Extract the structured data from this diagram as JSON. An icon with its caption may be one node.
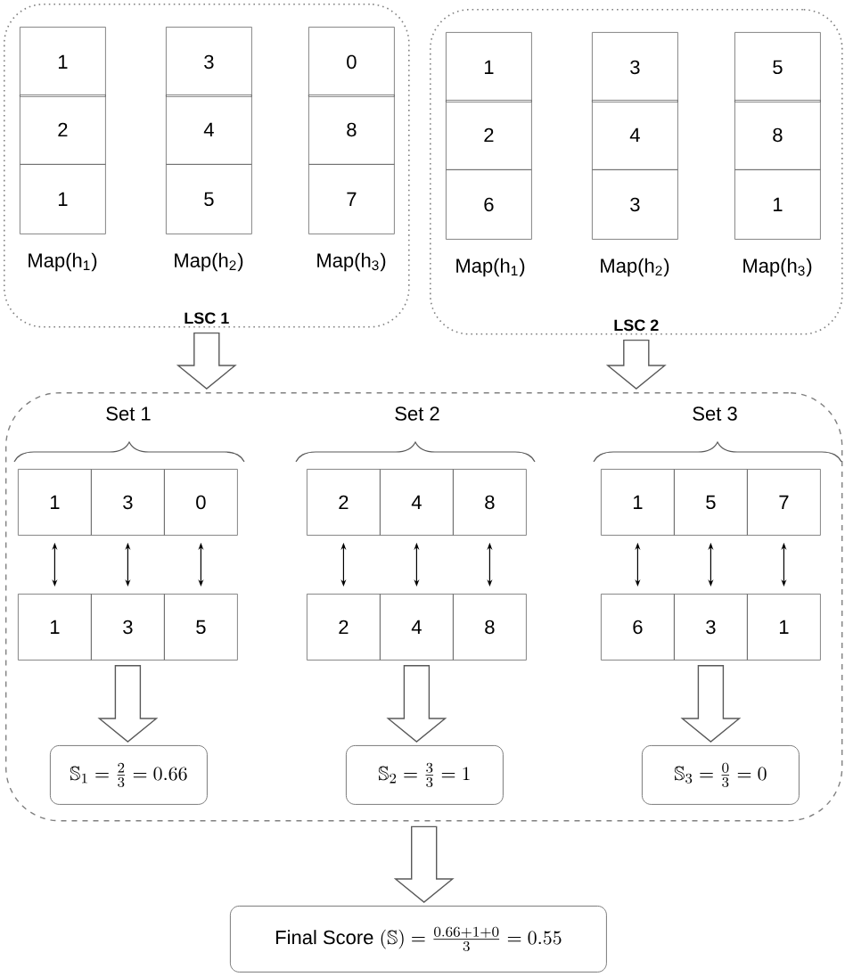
{
  "diagram": {
    "nodes": [
      {
        "text": [
          "LSC 1"
        ]
      },
      {
        "text": [
          "1"
        ],
        "in": 0
      },
      {
        "text": [
          "2"
        ],
        "in": 0
      },
      {
        "text": [
          "1"
        ],
        "in": 0
      },
      {
        "text": [
          "3"
        ],
        "in": 0
      },
      {
        "text": [
          "4"
        ],
        "in": 0
      },
      {
        "text": [
          "5"
        ],
        "in": 0
      },
      {
        "text": [
          "0"
        ],
        "in": 0
      },
      {
        "text": [
          "8"
        ],
        "in": 0
      },
      {
        "text": [
          "7"
        ],
        "in": 0
      },
      {
        "text": [
          "LSC 2"
        ]
      },
      {
        "text": [
          "1"
        ],
        "in": 10
      },
      {
        "text": [
          "2"
        ],
        "in": 10
      },
      {
        "text": [
          "6"
        ],
        "in": 10
      },
      {
        "text": [
          "3"
        ],
        "in": 10
      },
      {
        "text": [
          "4"
        ],
        "in": 10
      },
      {
        "text": [
          "3"
        ],
        "in": 10
      },
      {
        "text": [
          "5"
        ],
        "in": 10
      },
      {
        "text": [
          "8"
        ],
        "in": 10
      },
      {
        "text": [
          "1"
        ],
        "in": 10
      },
      {
        "text": [],
        "shape": "box"
      },
      {
        "text": [
          "1"
        ],
        "in": 20
      },
      {
        "text": [
          "3"
        ],
        "in": 20
      },
      {
        "text": [
          "0"
        ],
        "in": 20
      },
      {
        "text": [
          "1"
        ],
        "in": 20
      },
      {
        "text": [
          "3"
        ],
        "in": 20
      },
      {
        "text": [
          "5"
        ],
        "in": 20
      },
      {
        "text": [
          "2"
        ],
        "in": 20
      },
      {
        "text": [
          "4"
        ],
        "in": 20
      },
      {
        "text": [
          "8"
        ],
        "in": 20
      },
      {
        "text": [
          "2"
        ],
        "in": 20
      },
      {
        "text": [
          "4"
        ],
        "in": 20
      },
      {
        "text": [
          "8"
        ],
        "in": 20
      },
      {
        "text": [
          "1"
        ],
        "in": 20
      },
      {
        "text": [
          "5"
        ],
        "in": 20
      },
      {
        "text": [
          "7"
        ],
        "in": 20
      },
      {
        "text": [
          "6"
        ],
        "in": 20
      },
      {
        "text": [
          "3"
        ],
        "in": 20
      },
      {
        "text": [
          "1"
        ],
        "in": 20
      },
      {
        "text": [
          "\\mathbb{S}_1 = \\frac{2}{3} = 0.66"
        ],
        "in": 20
      },
      {
        "text": [
          "\\mathbb{S}_2 = \\frac{3}{3} = 1"
        ],
        "in": 20
      },
      {
        "text": [
          "\\mathbb{S}_3 = \\frac{0}{3} = 0"
        ],
        "in": 20
      },
      {
        "text": [
          "\\text{Final Score }(\\mathbb{S}) = \\frac{0.66+1+0}{3} = 0.55"
        ]
      }
    ],
    "edges": [
      {
        "from": 0,
        "to": 20,
        "arrow": "to",
        "style": "thick"
      },
      {
        "from": 10,
        "to": 20,
        "arrow": "to",
        "style": "thick"
      },
      {
        "from": 21,
        "to": 24,
        "arrow": "both"
      },
      {
        "from": 22,
        "to": 25,
        "arrow": "both"
      },
      {
        "from": 23,
        "to": 26,
        "arrow": "both"
      },
      {
        "from": 27,
        "to": 30,
        "arrow": "both"
      },
      {
        "from": 28,
        "to": 31,
        "arrow": "both"
      },
      {
        "from": 29,
        "to": 32,
        "arrow": "both"
      },
      {
        "from": 33,
        "to": 36,
        "arrow": "both"
      },
      {
        "from": 34,
        "to": 37,
        "arrow": "both"
      },
      {
        "from": 35,
        "to": 38,
        "arrow": "both"
      },
      {
        "from": 25,
        "to": 39,
        "arrow": "to",
        "style": "thick"
      },
      {
        "from": 31,
        "to": 40,
        "arrow": "to",
        "style": "thick"
      },
      {
        "from": 37,
        "to": 41,
        "arrow": "to",
        "style": "thick"
      },
      {
        "from": 20,
        "to": 42,
        "arrow": "to",
        "style": "thick"
      }
    ],
    "labels": [
      "Map(h$_{1}$)",
      "Map(h$_{2}$)",
      "Map(h$_{3}$)",
      "Map(h$_{1}$)",
      "Map(h$_{2}$)",
      "Map(h$_{3}$)",
      "Set 1",
      "Set 2",
      "Set 3"
    ]
  }
}
